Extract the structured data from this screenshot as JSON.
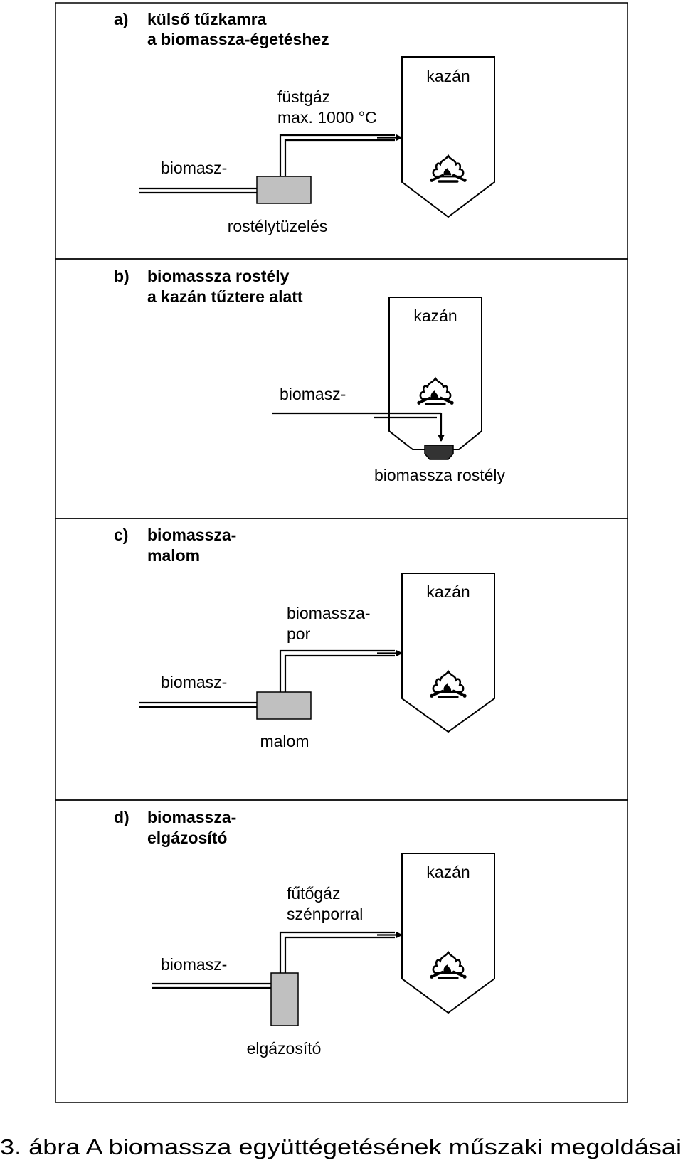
{
  "panels": [
    {
      "letter": "a)",
      "title_lines": [
        "külső tűzkamra",
        "a biomassza-égetéshez"
      ],
      "boiler_label": "kazán",
      "input_label": "biomasz-",
      "flow_label_lines": [
        "füstgáz",
        "max. 1000 °C"
      ],
      "unit_label": "rostélytüzelés"
    },
    {
      "letter": "b)",
      "title_lines": [
        "biomassza rostély",
        "a kazán tűztere alatt"
      ],
      "boiler_label": "kazán",
      "input_label": "biomasz-",
      "unit_label": "biomassza rostély"
    },
    {
      "letter": "c)",
      "title_lines": [
        "biomassza-",
        "malom"
      ],
      "boiler_label": "kazán",
      "input_label": "biomasz-",
      "flow_label_lines": [
        "biomassza-",
        "por"
      ],
      "unit_label": "malom"
    },
    {
      "letter": "d)",
      "title_lines": [
        "biomassza-",
        "elgázosító"
      ],
      "boiler_label": "kazán",
      "input_label": "biomasz-",
      "flow_label_lines": [
        "fűtőgáz",
        "szénporral"
      ],
      "unit_label": "elgázosító"
    }
  ],
  "caption": "3. ábra A biomassza együttégetésének műszaki megoldásai",
  "icons": [
    "flame-icon"
  ]
}
